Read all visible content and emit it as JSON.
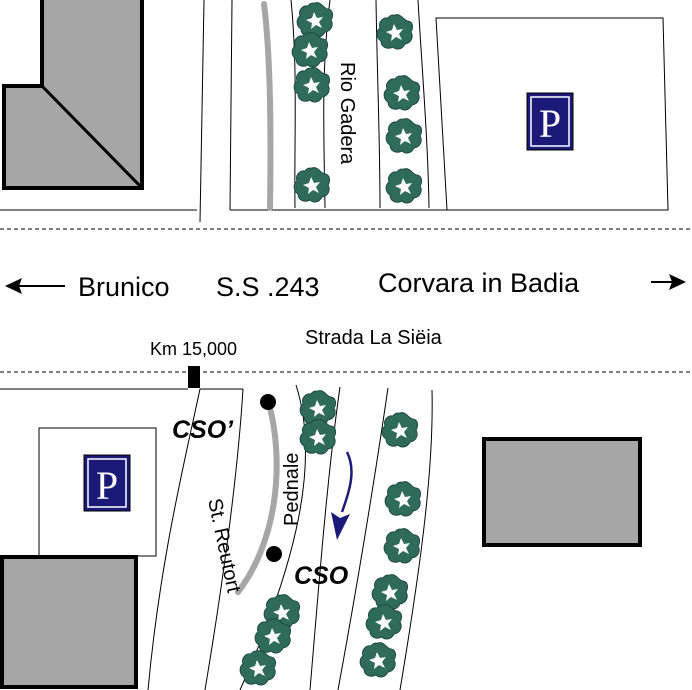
{
  "labels": {
    "brunico": "Brunico",
    "road_code": "S.S .243",
    "corvara": "Corvara in Badia",
    "strada": "Strada La Siëia",
    "km": "Km 15,000",
    "rio_gadera": "Rio Gadera",
    "pednale": "Pednale",
    "st_reutort": "St. Reutort",
    "cso": "CSO",
    "cso_prime": "CSO’",
    "parking_top": "P",
    "parking_bottom": "P"
  },
  "icons": {
    "arrow_left": "arrow-left-icon",
    "arrow_right": "arrow-right-icon",
    "flow_arrow": "flow-direction-arrow-icon",
    "parking": "parking-sign-icon",
    "tree": "tree-icon"
  },
  "colors": {
    "building_fill": "#a6a6a6",
    "parking_blue": "#1c1a78",
    "tree_green": "#2f6b5a",
    "stream_gray": "#a6a6a6",
    "flow_arrow": "#1c1a78"
  }
}
